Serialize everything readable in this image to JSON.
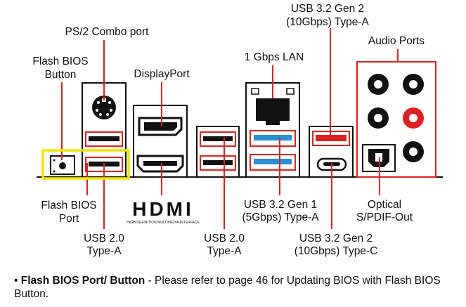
{
  "labels": {
    "ps2": "PS/2 Combo port",
    "flash_btn_1": "Flash BIOS",
    "flash_btn_2": "Button",
    "displayport": "DisplayPort",
    "lan": "1 Gbps LAN",
    "usb32g2a_1": "USB 3.2 Gen 2",
    "usb32g2a_2": "(10Gbps) Type-A",
    "audio": "Audio Ports",
    "flash_port_1": "Flash BIOS",
    "flash_port_2": "Port",
    "usb20_left_1": "USB 2.0",
    "usb20_left_2": "Type-A",
    "usb20_mid_1": "USB 2.0",
    "usb20_mid_2": "Type-A",
    "usb32g1_1": "USB 3.2 Gen 1",
    "usb32g1_2": "(5Gbps) Type-A",
    "usb32g2c_1": "USB 3.2 Gen 2",
    "usb32g2c_2": "(10Gbps) Type-C",
    "optical_1": "Optical",
    "optical_2": "S/PDIF-Out",
    "hdmi_logo": "HDMI",
    "hdmi_tagline": "HIGH-DEFINITION MULTIMEDIA INTERFACE"
  },
  "note": {
    "bullet": "•",
    "title": "Flash BIOS Port/ Button",
    "text": " - Please refer to page 46 for Updating BIOS with Flash BIOS Button."
  },
  "colors": {
    "leader": "#e02020",
    "highlight": "#f2e600",
    "usb3_blue": "#2b8fd8",
    "usb_red": "#e02020",
    "outline": "#111111"
  }
}
